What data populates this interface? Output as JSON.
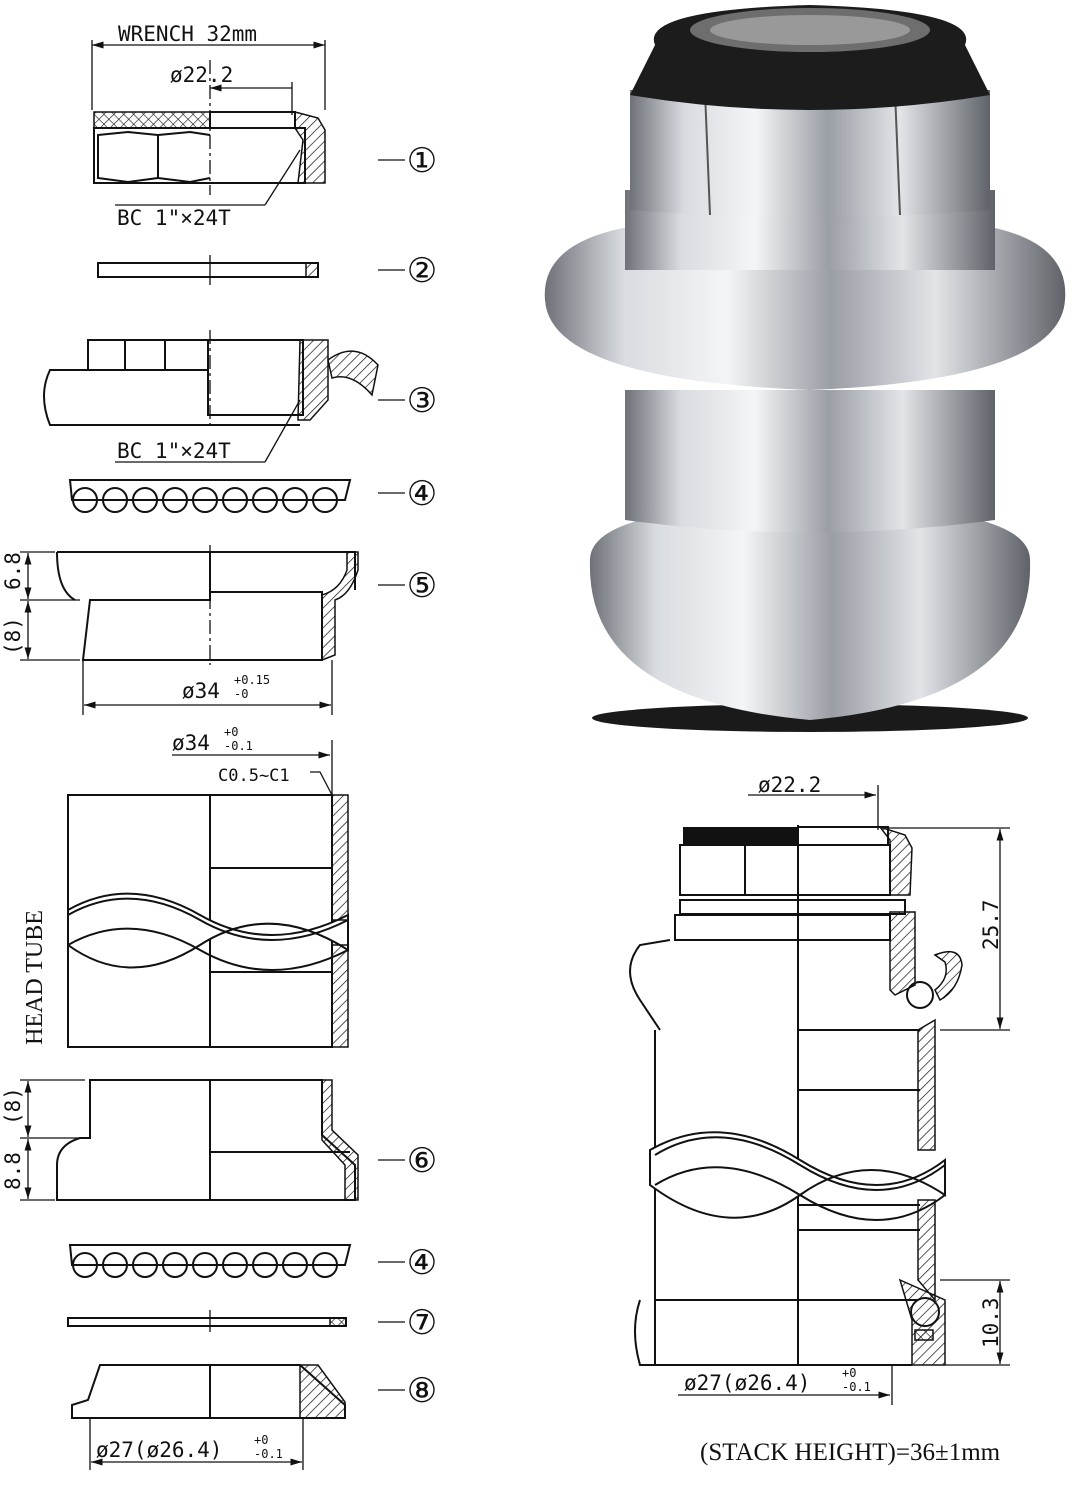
{
  "labels": {
    "wrench": "WRENCH 32mm",
    "dia_22_2_top": "ø22.2",
    "bc_thread_1": "BC 1\"×24T",
    "bc_thread_3": "BC 1\"×24T",
    "dim_6_8": "6.8",
    "dim_8_a": "(8)",
    "dia_34_cup": "ø34",
    "dia_34_cup_tol_plus": "+0.15",
    "dia_34_cup_tol_minus": "-0",
    "dia_34_tube": "ø34",
    "dia_34_tube_tol_plus": "+0",
    "dia_34_tube_tol_minus": "-0.1",
    "chamfer": "C0.5~C1",
    "head_tube": "HEAD TUBE",
    "dim_8_b": "(8)",
    "dim_8_8": "8.8",
    "dia_27_left": "ø27(ø26.4)",
    "dia_27_left_tol_plus": "+0",
    "dia_27_left_tol_minus": "-0.1",
    "dia_22_2_assembly": "ø22.2",
    "dim_25_7": "25.7",
    "dim_10_3": "10.3",
    "dia_27_right": "ø27(ø26.4)",
    "dia_27_right_tol_plus": "+0",
    "dia_27_right_tol_minus": "-0.1",
    "stack_height": "(STACK HEIGHT)=36±1mm"
  },
  "part_numbers": [
    "①",
    "②",
    "③",
    "④",
    "⑤",
    "⑥",
    "④",
    "⑦",
    "⑧"
  ],
  "colors": {
    "line": "#111111",
    "chrome": "#b8bcc2",
    "seal": "#1a1a1a"
  }
}
